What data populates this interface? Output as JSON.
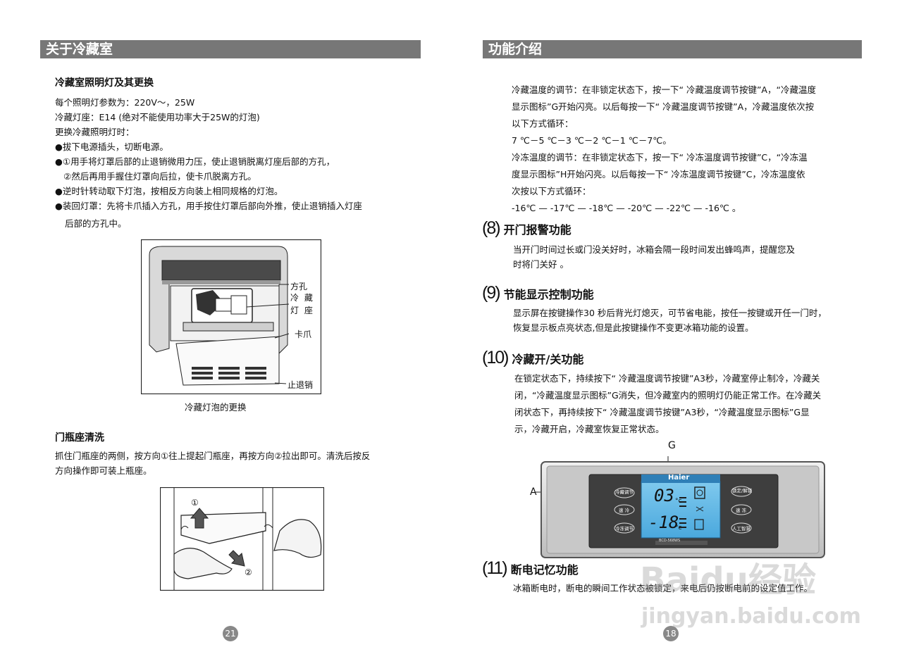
{
  "left": {
    "section_title": "关于冷藏室",
    "lamp_title": "冷藏室照明灯及其更换",
    "lamp_lines": [
      "每个照明灯参数为：220V～，25W",
      "冷藏灯座：E14 (绝对不能使用功率大于25W的灯泡)",
      "更换冷藏照明灯时：",
      "●拔下电源插头，切断电源。",
      "●①用手将灯罩后部的止退销微用力压，使止退销脱离灯座后部的方孔，",
      "   ②然后再用手握住灯罩向后拉，使卡爪脱离方孔。",
      "●逆时针转动取下灯泡，按相反方向装上相同规格的灯泡。",
      "●装回灯罩：先将卡爪插入方孔，用手按住灯罩后部向外推，使止退销插入灯座",
      "   后部的方孔中。"
    ],
    "fig1": {
      "label_square_hole": "方孔",
      "label_lamp_line1": "冷 藏",
      "label_lamp_line2": "灯 座",
      "label_claw": "卡爪",
      "label_stop_pin": "止退销",
      "caption": "冷藏灯泡的更换"
    },
    "bottle_title": "门瓶座清洗",
    "bottle_lines": [
      "抓住门瓶座的两侧，按方向①往上提起门瓶座，再按方向②拉出即可。清洗后按反",
      "方向操作即可装上瓶座。"
    ],
    "fig2": {
      "mark1": "①",
      "mark2": "②"
    },
    "page_number": "21"
  },
  "right": {
    "section_title": "功能介绍",
    "intro_lines": [
      "冷藏温度的调节：在非锁定状态下，按一下“ 冷藏温度调节按键”A，“冷藏温度",
      "显示图标”G开始闪亮。以后每按一下“ 冷藏温度调节按键”A，冷藏温度依次按",
      "以下方式循环：",
      "7 ℃－5 ℃－3 ℃－2 ℃－1 ℃－7℃。",
      "冷冻温度的调节：在非锁定状态下，按一下“ 冷冻温度调节按键”C，“冷冻温",
      "度显示图标”H开始闪亮。以后每按一下“ 冷冻温度调节按键”C，冷冻温度依",
      "次按以下方式循环：",
      "-16℃ — -17℃ — -18℃ — -20℃ — -22℃ — -16℃ 。"
    ],
    "s8": {
      "num": "(8)",
      "title": "开门报警功能",
      "lines": [
        "当开门时间过长或门没关好时，冰箱会隔一段时间发出蜂鸣声，提醒您及",
        "时将门关好 。"
      ]
    },
    "s9": {
      "num": "(9)",
      "title": "节能显示控制功能",
      "lines": [
        "显示屏在按键操作30 秒后背光灯熄灭，可节省电能，按任一按键或开任一门时，",
        "恢复显示板点亮状态,但是此按键操作不变更冰箱功能的设置。"
      ]
    },
    "s10": {
      "num": "(10)",
      "title": "冷藏开/关功能",
      "lines": [
        "在锁定状态下，持续按下“ 冷藏温度调节按键”A3秒，冷藏室停止制冷，冷藏关",
        "闭，“冷藏温度显示图标”G消失，但冷藏室内的照明灯仍能正常工作。在冷藏关",
        "闭状态下，再持续按下“ 冷藏温度调节按键”A3秒，“冷藏温度显示图标”G显",
        "示，冷藏开启，冷藏室恢复正常状态。"
      ]
    },
    "panel": {
      "label_g": "G",
      "label_a": "A",
      "brand": "Haier",
      "btn_fridge": "冷藏调节",
      "btn_func": "速 冷",
      "btn_freezer": "冷冻调节",
      "btn_lock": "锁定/解锁",
      "btn_mode": "速 冻",
      "btn_smart": "人工智慧",
      "fridge_temp": "03",
      "freezer_temp": "-18",
      "unit": "°c",
      "model": "BCD-568WS"
    },
    "s11": {
      "num": "(11)",
      "title": "断电记忆功能",
      "lines": [
        "冰箱断电时，断电的瞬间工作状态被锁定，来电后仍按断电前的设定值工作。"
      ]
    },
    "page_number": "18"
  },
  "watermark": {
    "brand": "Baidu经验",
    "url": "jingyan.baidu.com"
  }
}
